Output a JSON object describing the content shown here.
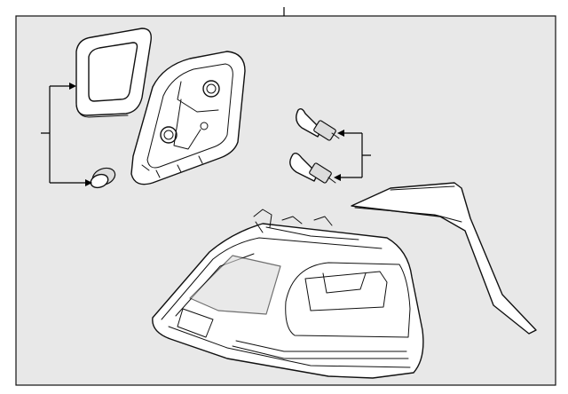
{
  "diagram": {
    "background_color": "#e8e8e8",
    "line_color": "#111111",
    "parts": [
      {
        "name": "gasket-seal"
      },
      {
        "name": "bulb-socket-carrier"
      },
      {
        "name": "bulb-upper"
      },
      {
        "name": "bulb-lower"
      },
      {
        "name": "rubber-cap"
      },
      {
        "name": "trim-seal-strip"
      },
      {
        "name": "tail-lamp-assembly"
      }
    ]
  }
}
